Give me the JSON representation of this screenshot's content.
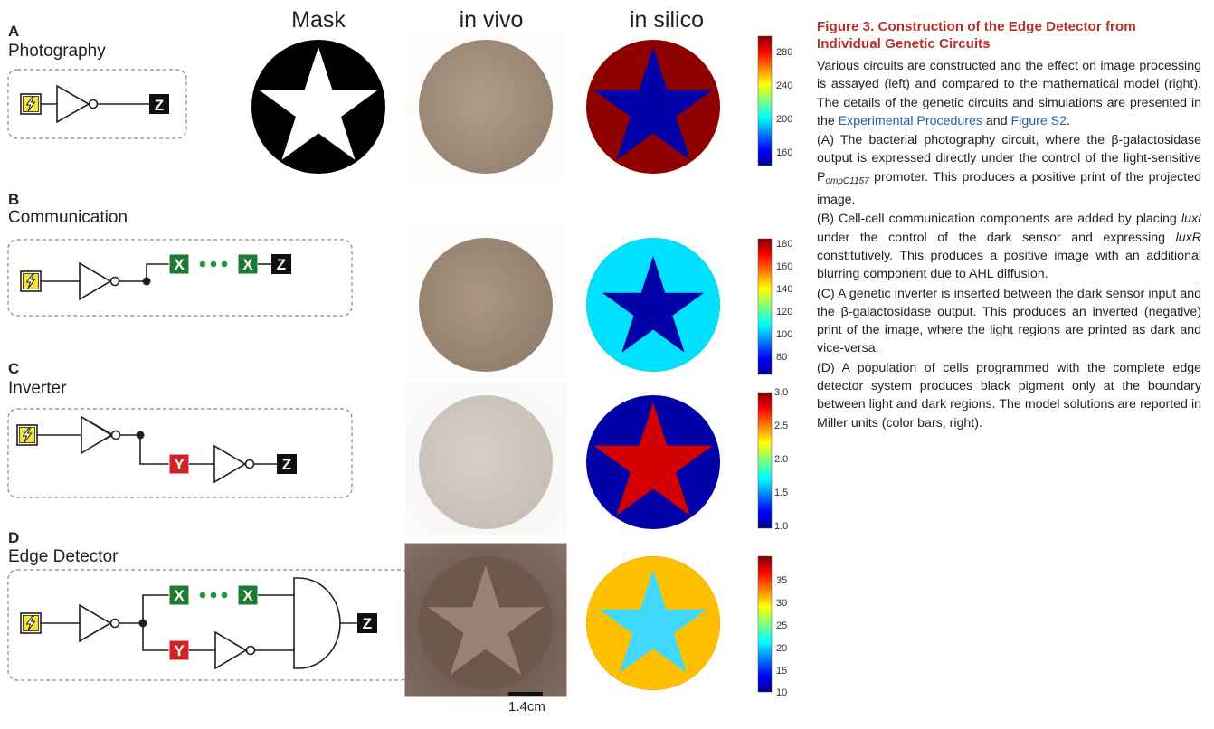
{
  "columns": {
    "mask": "Mask",
    "in_vivo": "in vivo",
    "in_silico": "in silico"
  },
  "panels": [
    {
      "letter": "A",
      "title": "Photography",
      "colorbar": {
        "ticks": [
          "280",
          "240",
          "200",
          "160"
        ]
      }
    },
    {
      "letter": "B",
      "title": "Communication",
      "colorbar": {
        "ticks": [
          "180",
          "160",
          "140",
          "120",
          "100",
          "80"
        ]
      }
    },
    {
      "letter": "C",
      "title": "Inverter",
      "colorbar": {
        "ticks": [
          "3.0",
          "2.5",
          "2.0",
          "1.5",
          "1.0"
        ]
      }
    },
    {
      "letter": "D",
      "title": "Edge Detector",
      "colorbar": {
        "ticks": [
          "35",
          "30",
          "25",
          "20",
          "15",
          "10"
        ]
      }
    }
  ],
  "circuit_labels": {
    "x": "X",
    "y": "Y",
    "z": "Z"
  },
  "scale_bar": "1.4cm",
  "caption": {
    "title": "Figure 3.  Construction of the Edge Detector from Individual Genetic Circuits",
    "intro_1": "Various circuits are constructed and the effect on image processing is assayed (left) and compared to the mathematical model (right). The details of the genetic circuits and simulations are presented in the ",
    "link_1": "Experimental Procedures",
    "intro_and": " and ",
    "link_2": "Figure S2",
    "intro_end": ".",
    "a_1": "(A) The bacterial photography circuit, where the β-galactosidase output is expressed directly under the control of the light-sensitive P",
    "a_sub": "ompC1157",
    "a_2": " promoter. This produces a positive print of the projected image.",
    "b_1": "(B) Cell-cell communication components are added by placing ",
    "b_luxi": "luxI",
    "b_2": " under the control of the dark sensor and expressing ",
    "b_luxr": "luxR",
    "b_3": " constitutively. This produces a positive image with an additional blurring component due to AHL diffusion.",
    "c": "(C) A genetic inverter is inserted between the dark sensor input and the β-galactosidase output. This produces an inverted (negative) print of the image, where the light regions are printed as dark and vice-versa.",
    "d": "(D) A population of cells programmed with the complete edge detector system produces black pigment only at the boundary between light and dark regions. The model solutions are reported in Miller units (color bars, right)."
  },
  "colors": {
    "caption_title": "#b5302a",
    "link": "#2b5ca8",
    "x_box": "#1f7a31",
    "y_box": "#d32226",
    "dots": "#1a9a3a"
  }
}
